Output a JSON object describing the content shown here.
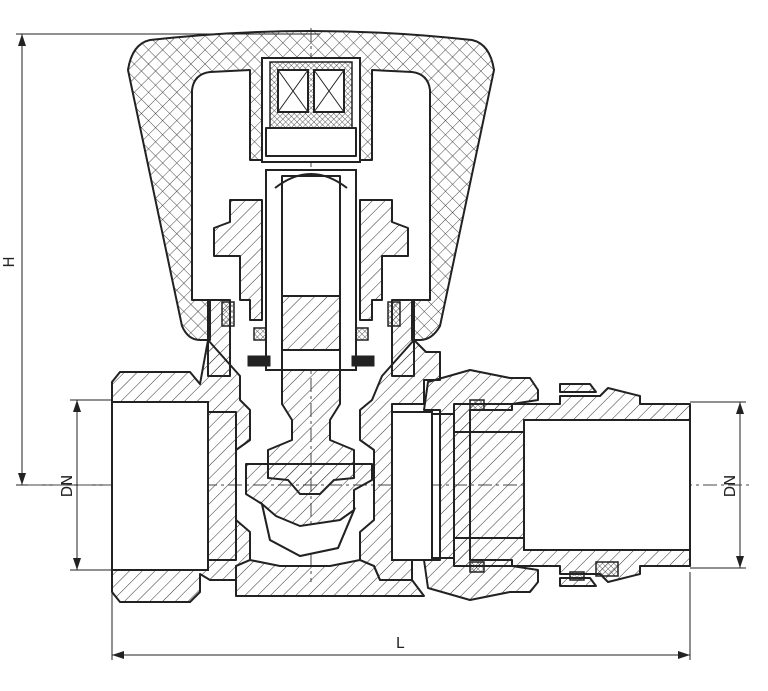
{
  "dimensions": {
    "height_label": "H",
    "diameter_label_left": "DN",
    "diameter_label_right": "DN",
    "length_label": "L"
  }
}
